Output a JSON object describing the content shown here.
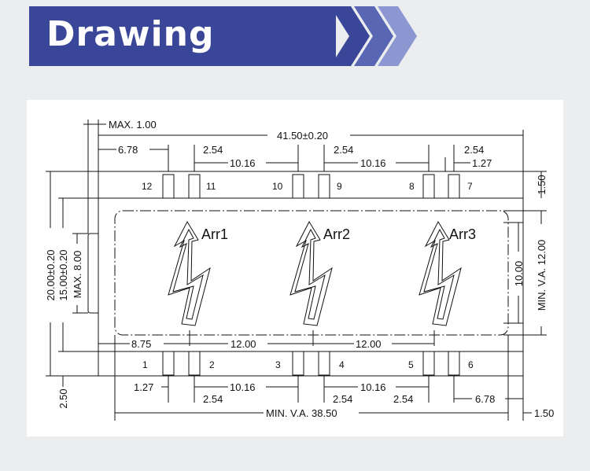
{
  "header": {
    "title": "Drawing"
  },
  "pins": {
    "top": [
      "12",
      "11",
      "10",
      "9",
      "8",
      "7"
    ],
    "bottom": [
      "1",
      "2",
      "3",
      "4",
      "5",
      "6"
    ]
  },
  "arrays": [
    "Arr1",
    "Arr2",
    "Arr3"
  ],
  "dims": {
    "max_1": "MAX. 1.00",
    "width_total": "41.50±0.20",
    "d678_top": "6.78",
    "d254_a": "2.54",
    "d1016_a": "10.16",
    "d254_b": "2.54",
    "d1016_b": "10.16",
    "d254_c": "2.54",
    "d127_top": "1.27",
    "d150_right": "1.50",
    "height_total": "20.00±0.20",
    "height_inner": "15.00±0.20",
    "max_8": "MAX. 8.00",
    "va_12": "MIN. V.A. 12.00",
    "d10": "10.00",
    "d875": "8.75",
    "d12_a": "12.00",
    "d12_b": "12.00",
    "d127_bottom": "1.27",
    "d1016_c": "10.16",
    "d1016_d": "10.16",
    "d254_d": "2.54",
    "d254_e": "2.54",
    "d254_f": "2.54",
    "d678_bottom": "6.78",
    "d250_left": "2.50",
    "va_385": "MIN. V.A. 38.50",
    "d150_bottom": "1.50"
  }
}
